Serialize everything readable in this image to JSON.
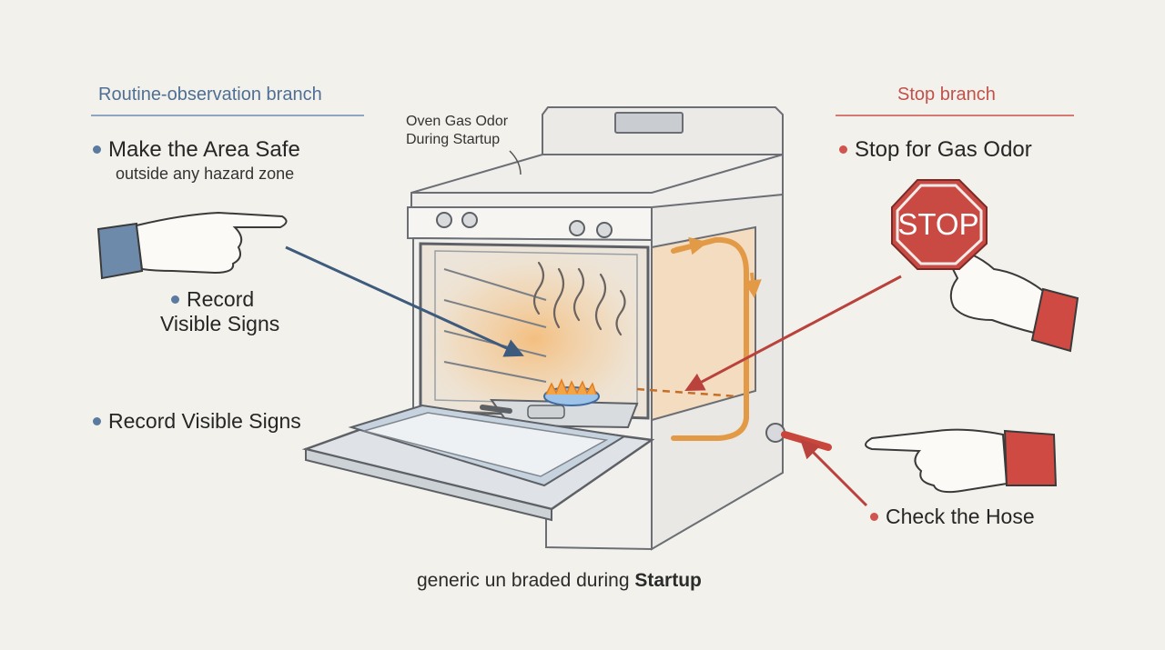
{
  "left_branch": {
    "title": "Routine-observation branch",
    "item1_title": "Make the Area Safe",
    "item1_sub": "outside any hazard zone",
    "item2_line1": "Record",
    "item2_line2": "Visible Signs",
    "item3": "Record Visible Signs"
  },
  "right_branch": {
    "title": "Stop branch",
    "item1": "Stop for Gas Odor",
    "stop_sign_text": "STOP",
    "item2": "Check the Hose"
  },
  "callout": {
    "line1": "Oven Gas Odor",
    "line2": "During Startup"
  },
  "caption": {
    "prefix": "generic un braded during ",
    "bold": "Startup"
  },
  "colors": {
    "blue_accent": "#4f6f94",
    "red_accent": "#c2514b",
    "flow_orange": "#e09a4a"
  },
  "icons": [
    "pointing-hand-icon",
    "stop-sign-icon",
    "gas-burner-icon",
    "heat-wave-icon"
  ]
}
